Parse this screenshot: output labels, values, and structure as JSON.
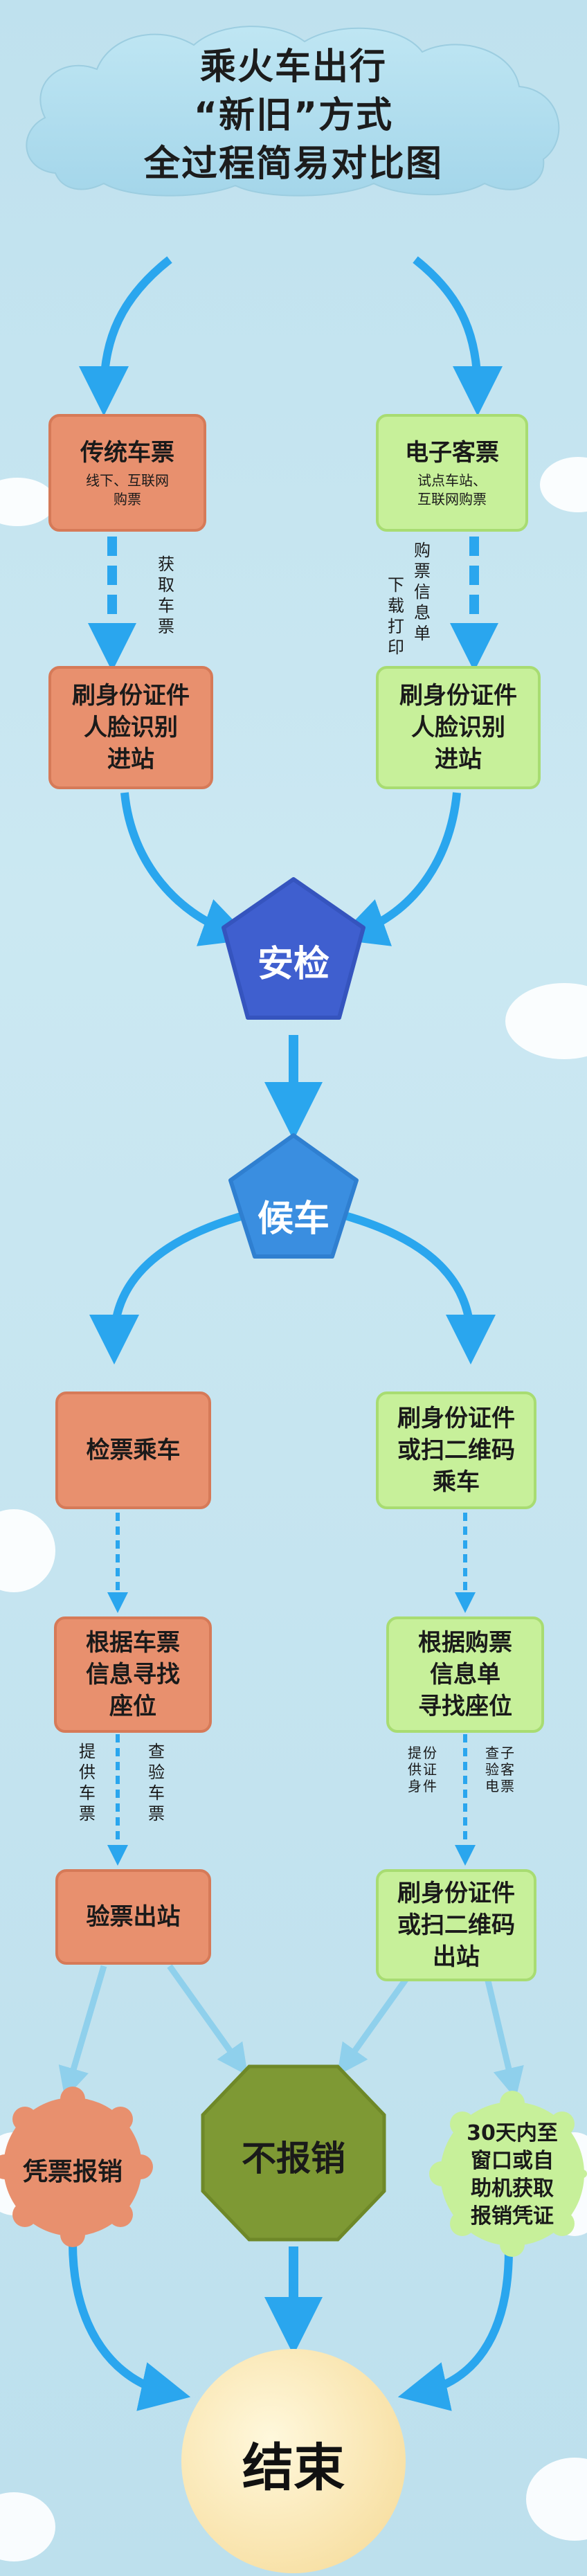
{
  "title": {
    "line1": "乘火车出行",
    "line2": "“新旧”方式",
    "line3": "全过程简易对比图"
  },
  "left": {
    "ticket_main": "传统车票",
    "ticket_sub1": "线下、互联网",
    "ticket_sub2": "购票",
    "fetch_label": "获取车票",
    "entry_line1": "刷身份证件",
    "entry_line2": "人脸识别",
    "entry_line3": "进站",
    "board": "检票乘车",
    "seat_line1": "根据车票",
    "seat_line2": "信息寻找",
    "seat_line3": "座位",
    "provide_label": "提供车票",
    "check_label": "查验车票",
    "exit": "验票出站",
    "reimburse": "凭票报销"
  },
  "right": {
    "ticket_main": "电子客票",
    "ticket_sub1": "试点车站、",
    "ticket_sub2": "互联网购票",
    "download_label": "下载打印",
    "info_label": "购票信息单",
    "entry_line1": "刷身份证件",
    "entry_line2": "人脸识别",
    "entry_line3": "进站",
    "board_line1": "刷身份证件",
    "board_line2": "或扫二维码",
    "board_line3": "乘车",
    "seat_line1": "根据购票",
    "seat_line2": "信息单",
    "seat_line3": "寻找座位",
    "provide_id_label": "提供身份证件",
    "check_e_label": "查验电子客票",
    "exit_line1": "刷身份证件",
    "exit_line2": "或扫二维码",
    "exit_line3": "出站",
    "voucher_line1": "30天内至",
    "voucher_line2": "窗口或自",
    "voucher_line3": "助机获取",
    "voucher_line4": "报销凭证"
  },
  "center": {
    "security": "安检",
    "waiting": "候车",
    "no_reimburse": "不报销",
    "end": "结束"
  },
  "colors": {
    "traditional": "#e8906e",
    "electronic": "#c7f09a",
    "security": "#3f5fcf",
    "waiting": "#3a8ee0",
    "no_reimburse": "#7e9934",
    "arrow": "#2aa6ee",
    "end": "#fbeec2"
  }
}
